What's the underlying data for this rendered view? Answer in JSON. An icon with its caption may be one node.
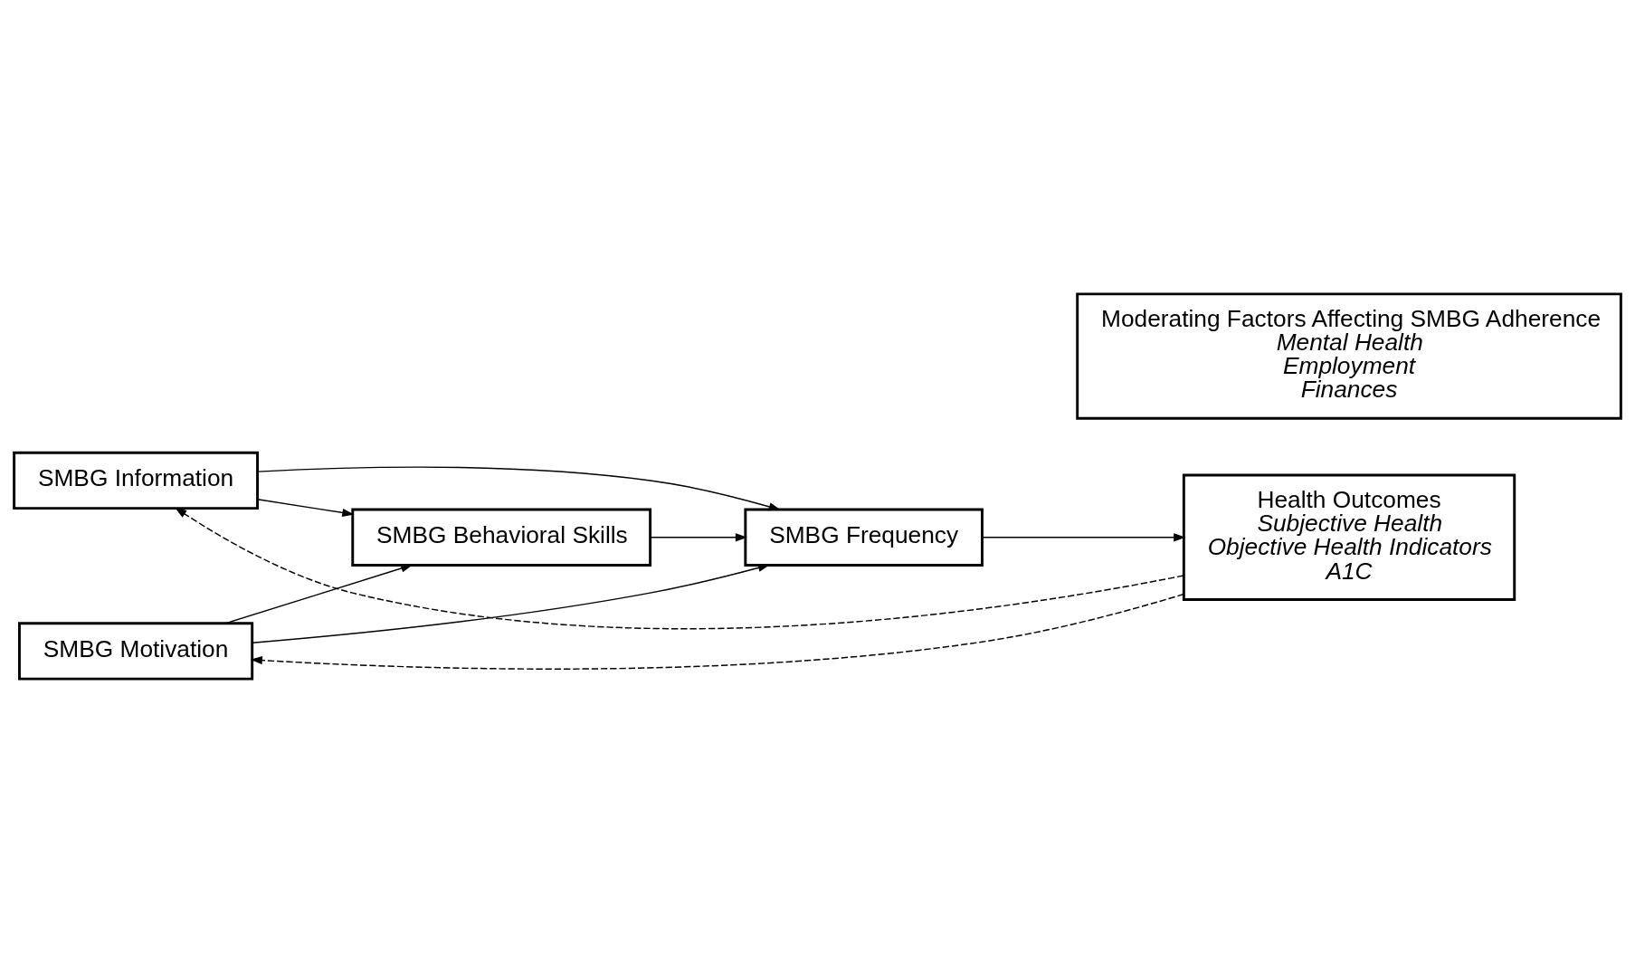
{
  "diagram": {
    "nodes": [
      {
        "text": [
          "SMBG Information"
        ]
      },
      {
        "text": [
          "SMBG Motivation"
        ]
      },
      {
        "text": [
          "SMBG Behavioral Skills"
        ]
      },
      {
        "text": [
          "SMBG Frequency"
        ]
      },
      {
        "text": [
          "Moderating Factors Affecting SMBG Adherence",
          "Mental Health",
          "Employment",
          "Finances"
        ]
      },
      {
        "text": [
          "Health Outcomes",
          "Subjective Health",
          "Objective Health Indicators",
          "A1C"
        ]
      }
    ],
    "edges": [
      {
        "from": 0,
        "to": 2,
        "arrow": "to"
      },
      {
        "from": 0,
        "to": 3,
        "arrow": "to"
      },
      {
        "from": 1,
        "to": 2,
        "arrow": "to"
      },
      {
        "from": 1,
        "to": 3,
        "arrow": "to"
      },
      {
        "from": 2,
        "to": 3,
        "arrow": "to"
      },
      {
        "from": 3,
        "to": 5,
        "arrow": "to"
      },
      {
        "from": 5,
        "to": 0,
        "arrow": "to",
        "style": "dashed"
      },
      {
        "from": 5,
        "to": 1,
        "arrow": "to",
        "style": "dashed"
      }
    ]
  }
}
